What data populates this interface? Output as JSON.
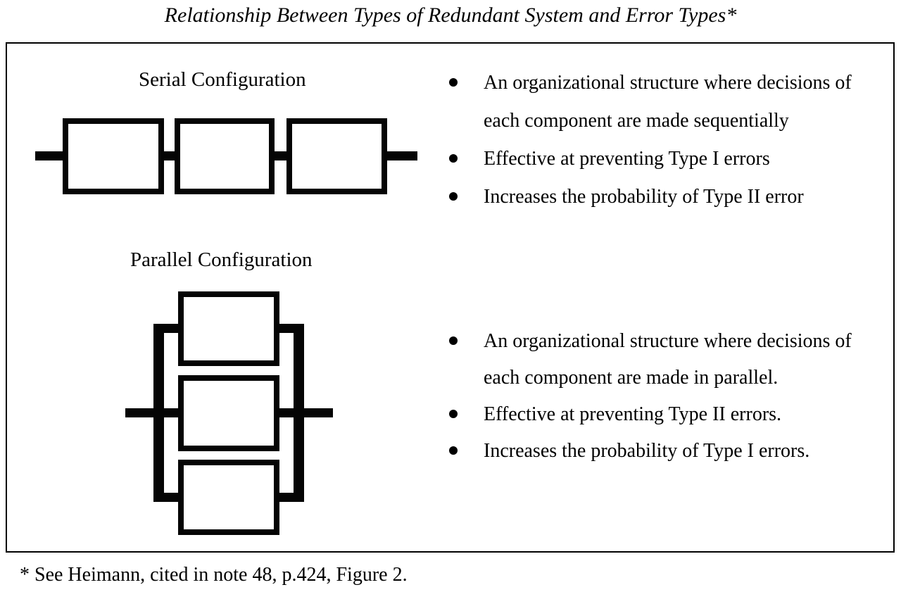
{
  "title": "Relationship Between Types of Redundant System and Error Types*",
  "figure": {
    "serial": {
      "heading": "Serial Configuration",
      "bullets": [
        "An organizational structure where decisions of each component are made sequentially",
        "Effective at preventing Type I errors",
        "Increases the probability of Type II error"
      ]
    },
    "parallel": {
      "heading": "Parallel Configuration",
      "bullets": [
        "An organizational structure where decisions of each component are made in parallel.",
        "Effective at preventing Type II errors.",
        "Increases the probability of Type I errors."
      ]
    }
  },
  "footnote": "* See Heimann, cited in note 48, p.424, Figure 2.",
  "colors": {
    "ink": "#050505",
    "background": "#ffffff"
  },
  "diagram": {
    "serial_component_count": 3,
    "parallel_component_count": 3
  }
}
